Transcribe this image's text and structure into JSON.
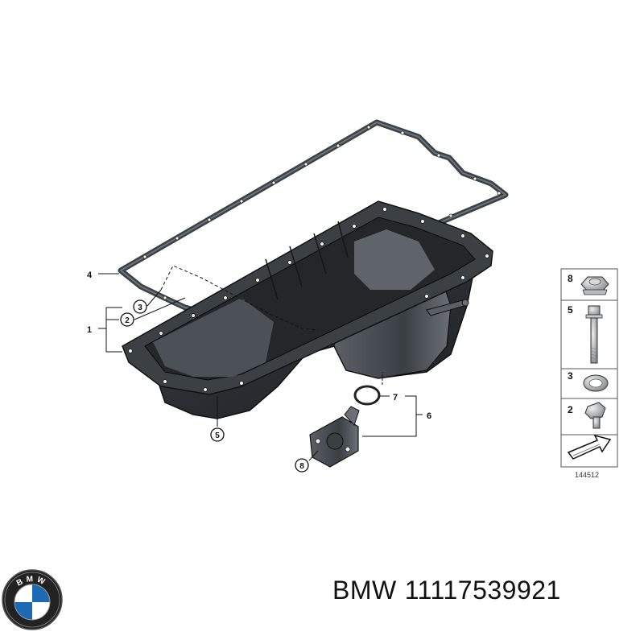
{
  "callouts": {
    "c1": "1",
    "c2": "2",
    "c3": "3",
    "c4": "4",
    "c5": "5",
    "c6": "6",
    "c7": "7",
    "c8": "8"
  },
  "legend": {
    "items": [
      "8",
      "5",
      "3",
      "2"
    ],
    "diagram_number": "144512"
  },
  "logo": {
    "brand_letters": "BMW"
  },
  "footer": {
    "brand": "BMW",
    "part_number": "11117539921"
  },
  "colors": {
    "gasket": "#3a4247",
    "pan": "#2b2f33",
    "logo_blue": "#1c69b4"
  }
}
